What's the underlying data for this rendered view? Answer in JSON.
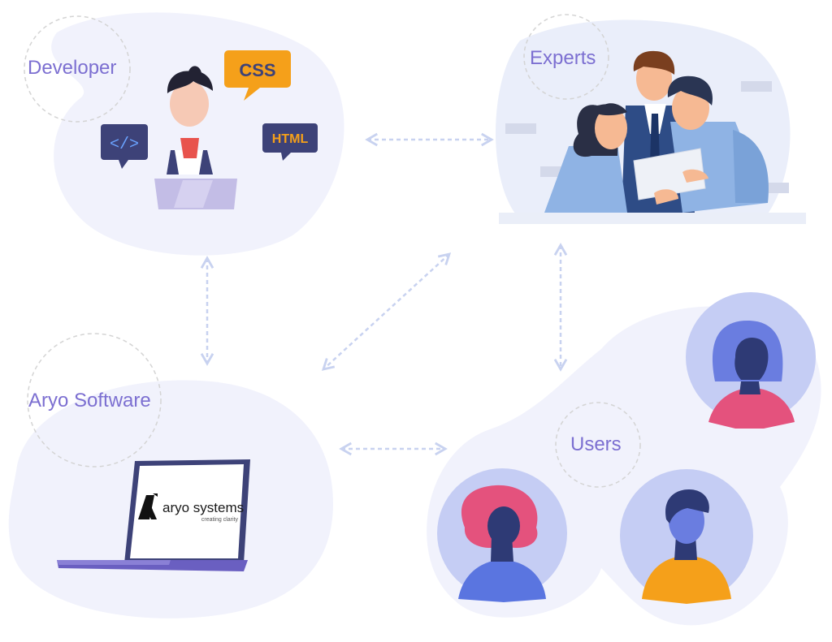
{
  "nodes": {
    "developer": {
      "label": "Developer",
      "badges": {
        "css": "CSS",
        "html": "HTML",
        "code": "</>"
      }
    },
    "experts": {
      "label": "Experts"
    },
    "software": {
      "label": "Aryo Software",
      "brand_name": "aryo systems",
      "brand_tagline": "creating clarity"
    },
    "users": {
      "label": "Users"
    }
  },
  "colors": {
    "label": "#7c6fd1",
    "blob": "#f1f2fc",
    "arrow": "#c8d2f0",
    "css_badge": "#f5a01a",
    "dark_badge": "#3d4278",
    "html_text": "#f5a01a"
  }
}
